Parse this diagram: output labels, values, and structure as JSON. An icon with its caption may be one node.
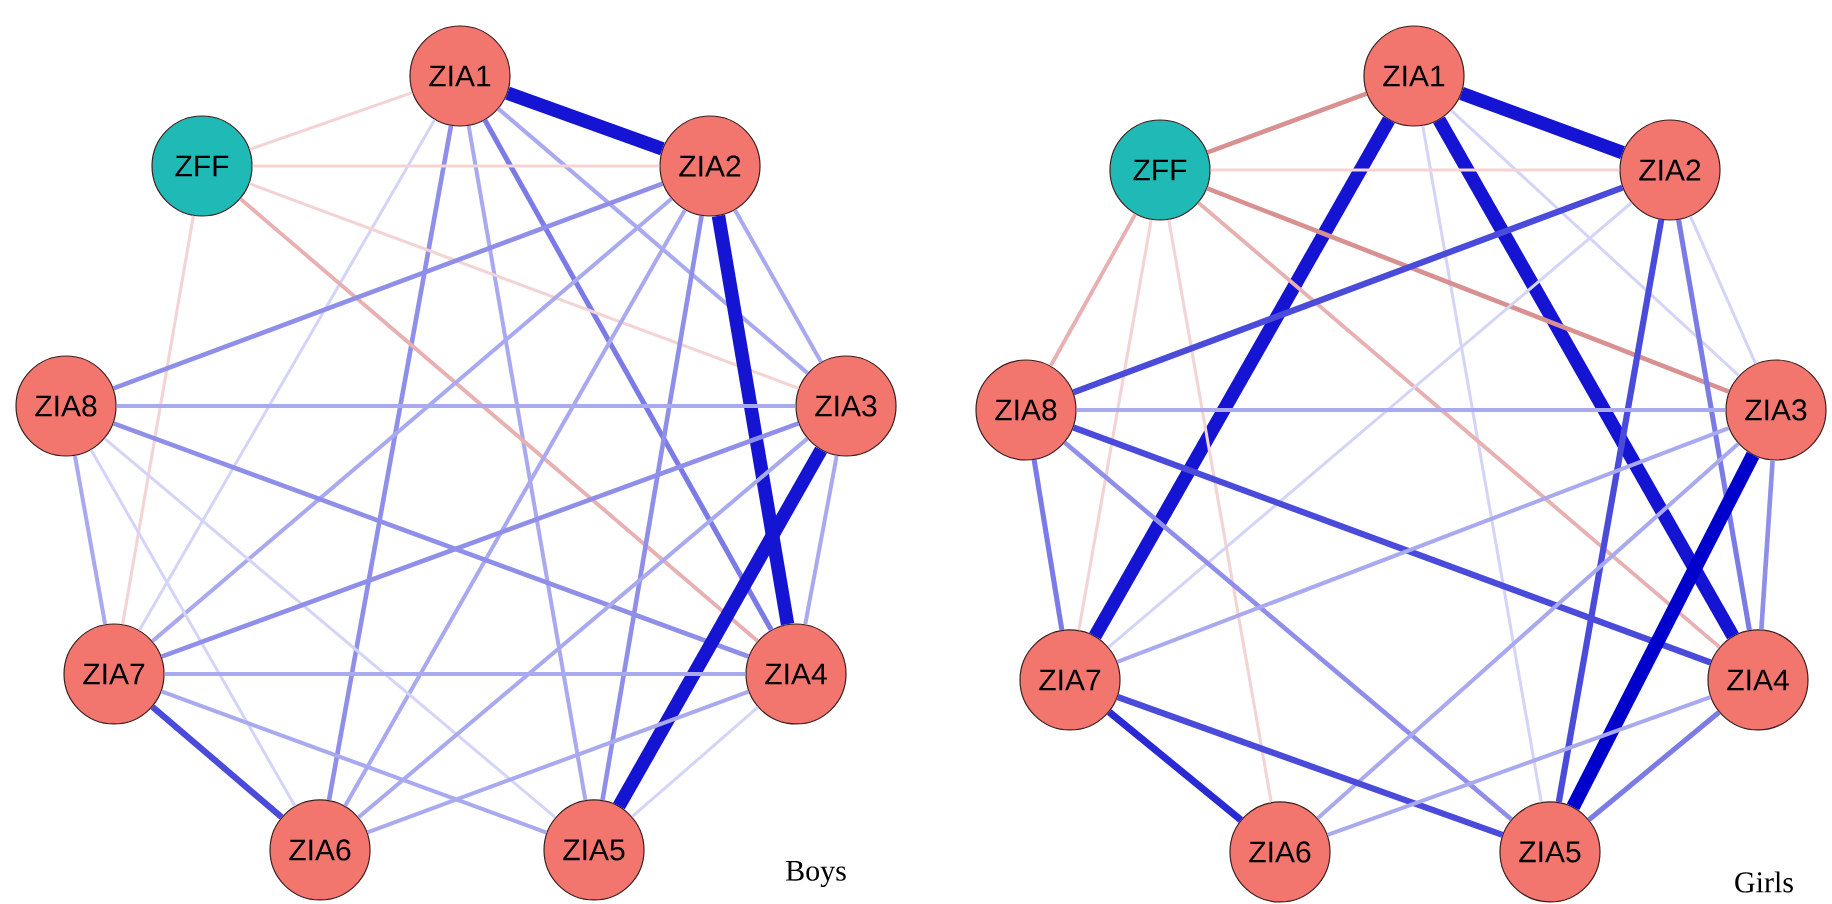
{
  "diagram": {
    "nodes": [
      {
        "text": [
          "ZIA1"
        ]
      },
      {
        "text": [
          "ZFF"
        ]
      },
      {
        "text": [
          "ZIA2"
        ]
      },
      {
        "text": [
          "ZIA8"
        ]
      },
      {
        "text": [
          "ZIA3"
        ]
      },
      {
        "text": [
          "ZIA7"
        ]
      },
      {
        "text": [
          "ZIA4"
        ]
      },
      {
        "text": [
          "ZIA6"
        ]
      },
      {
        "text": [
          "ZIA5"
        ]
      },
      {
        "text": [
          "ZIA1"
        ]
      },
      {
        "text": [
          "ZFF"
        ]
      },
      {
        "text": [
          "ZIA2"
        ]
      },
      {
        "text": [
          "ZIA8"
        ]
      },
      {
        "text": [
          "ZIA3"
        ]
      },
      {
        "text": [
          "ZIA7"
        ]
      },
      {
        "text": [
          "ZIA4"
        ]
      },
      {
        "text": [
          "ZIA6"
        ]
      },
      {
        "text": [
          "ZIA5"
        ]
      }
    ],
    "edges": [
      {
        "from": 0,
        "to": 2,
        "arrow": "none",
        "style": "thick",
        "color": "#1414d2"
      },
      {
        "from": 0,
        "to": 1,
        "arrow": "none",
        "color": "#f3d3d3"
      },
      {
        "from": 0,
        "to": 4,
        "arrow": "none",
        "color": "#a9a9f0"
      },
      {
        "from": 0,
        "to": 6,
        "arrow": "none",
        "color": "#7b7be6"
      },
      {
        "from": 0,
        "to": 8,
        "arrow": "none",
        "color": "#a9a9f0"
      },
      {
        "from": 0,
        "to": 7,
        "arrow": "none",
        "color": "#8f8fea"
      },
      {
        "from": 0,
        "to": 5,
        "arrow": "none",
        "color": "#d4d4f8"
      },
      {
        "from": 1,
        "to": 2,
        "arrow": "none",
        "color": "#f3d3d3"
      },
      {
        "from": 1,
        "to": 4,
        "arrow": "none",
        "color": "#f3d3d3"
      },
      {
        "from": 1,
        "to": 6,
        "arrow": "none",
        "color": "#e8b0b0"
      },
      {
        "from": 1,
        "to": 5,
        "arrow": "none",
        "color": "#f3d3d3"
      },
      {
        "from": 2,
        "to": 3,
        "arrow": "none",
        "color": "#8f8fea"
      },
      {
        "from": 2,
        "to": 6,
        "arrow": "none",
        "style": "thick",
        "color": "#1414d2"
      },
      {
        "from": 2,
        "to": 8,
        "arrow": "none",
        "color": "#8f8fea"
      },
      {
        "from": 2,
        "to": 7,
        "arrow": "none",
        "color": "#a9a9f0"
      },
      {
        "from": 2,
        "to": 5,
        "arrow": "none",
        "color": "#a9a9f0"
      },
      {
        "from": 2,
        "to": 4,
        "arrow": "none",
        "color": "#a9a9f0"
      },
      {
        "from": 3,
        "to": 4,
        "arrow": "none",
        "color": "#a9a9f0"
      },
      {
        "from": 3,
        "to": 6,
        "arrow": "none",
        "color": "#8f8fea"
      },
      {
        "from": 3,
        "to": 5,
        "arrow": "none",
        "color": "#a9a9f0"
      },
      {
        "from": 3,
        "to": 7,
        "arrow": "none",
        "color": "#d4d4f8"
      },
      {
        "from": 3,
        "to": 8,
        "arrow": "none",
        "color": "#d4d4f8"
      },
      {
        "from": 4,
        "to": 5,
        "arrow": "none",
        "color": "#8f8fea"
      },
      {
        "from": 4,
        "to": 8,
        "arrow": "none",
        "style": "thick",
        "color": "#1414d2"
      },
      {
        "from": 4,
        "to": 7,
        "arrow": "none",
        "color": "#a9a9f0"
      },
      {
        "from": 4,
        "to": 6,
        "arrow": "none",
        "color": "#a9a9f0"
      },
      {
        "from": 5,
        "to": 6,
        "arrow": "none",
        "color": "#a9a9f0"
      },
      {
        "from": 5,
        "to": 7,
        "arrow": "none",
        "color": "#4b4bdb"
      },
      {
        "from": 5,
        "to": 8,
        "arrow": "none",
        "color": "#a9a9f0"
      },
      {
        "from": 6,
        "to": 7,
        "arrow": "none",
        "color": "#a9a9f0"
      },
      {
        "from": 6,
        "to": 8,
        "arrow": "none",
        "color": "#d4d4f8"
      },
      {
        "from": 9,
        "to": 11,
        "arrow": "none",
        "style": "thick",
        "color": "#1414d2"
      },
      {
        "from": 9,
        "to": 10,
        "arrow": "none",
        "color": "#d89090"
      },
      {
        "from": 9,
        "to": 14,
        "arrow": "none",
        "style": "thick",
        "color": "#1414d2"
      },
      {
        "from": 9,
        "to": 15,
        "arrow": "none",
        "style": "thick",
        "color": "#1414d2"
      },
      {
        "from": 9,
        "to": 13,
        "arrow": "none",
        "color": "#d4d4f8"
      },
      {
        "from": 9,
        "to": 17,
        "arrow": "none",
        "color": "#d4d4f8"
      },
      {
        "from": 10,
        "to": 11,
        "arrow": "none",
        "color": "#f3d3d3"
      },
      {
        "from": 10,
        "to": 13,
        "arrow": "none",
        "color": "#d89090"
      },
      {
        "from": 10,
        "to": 12,
        "arrow": "none",
        "color": "#e8b0b0"
      },
      {
        "from": 10,
        "to": 14,
        "arrow": "none",
        "color": "#f3d3d3"
      },
      {
        "from": 10,
        "to": 16,
        "arrow": "none",
        "color": "#f3d3d3"
      },
      {
        "from": 10,
        "to": 15,
        "arrow": "none",
        "color": "#e8b0b0"
      },
      {
        "from": 11,
        "to": 12,
        "arrow": "none",
        "color": "#4b4bdb"
      },
      {
        "from": 11,
        "to": 17,
        "arrow": "none",
        "color": "#4b4bdb"
      },
      {
        "from": 11,
        "to": 15,
        "arrow": "none",
        "color": "#7b7be6"
      },
      {
        "from": 11,
        "to": 13,
        "arrow": "none",
        "color": "#d4d4f8"
      },
      {
        "from": 11,
        "to": 14,
        "arrow": "none",
        "color": "#d4d4f8"
      },
      {
        "from": 12,
        "to": 13,
        "arrow": "none",
        "color": "#a9a9f0"
      },
      {
        "from": 12,
        "to": 15,
        "arrow": "none",
        "color": "#4b4bdb"
      },
      {
        "from": 12,
        "to": 14,
        "arrow": "none",
        "color": "#7b7be6"
      },
      {
        "from": 12,
        "to": 17,
        "arrow": "none",
        "color": "#8f8fea"
      },
      {
        "from": 13,
        "to": 14,
        "arrow": "none",
        "color": "#a9a9f0"
      },
      {
        "from": 13,
        "to": 17,
        "arrow": "none",
        "style": "thick",
        "color": "#0000cc"
      },
      {
        "from": 13,
        "to": 15,
        "arrow": "none",
        "color": "#8f8fea"
      },
      {
        "from": 13,
        "to": 16,
        "arrow": "none",
        "color": "#a9a9f0"
      },
      {
        "from": 14,
        "to": 16,
        "arrow": "none",
        "color": "#2a2ad4"
      },
      {
        "from": 14,
        "to": 17,
        "arrow": "none",
        "color": "#4b4bdb"
      },
      {
        "from": 15,
        "to": 16,
        "arrow": "none",
        "color": "#a9a9f0"
      },
      {
        "from": 15,
        "to": 17,
        "arrow": "none",
        "color": "#7b7be6"
      }
    ],
    "labels": [
      "Boys",
      "Girls"
    ]
  }
}
